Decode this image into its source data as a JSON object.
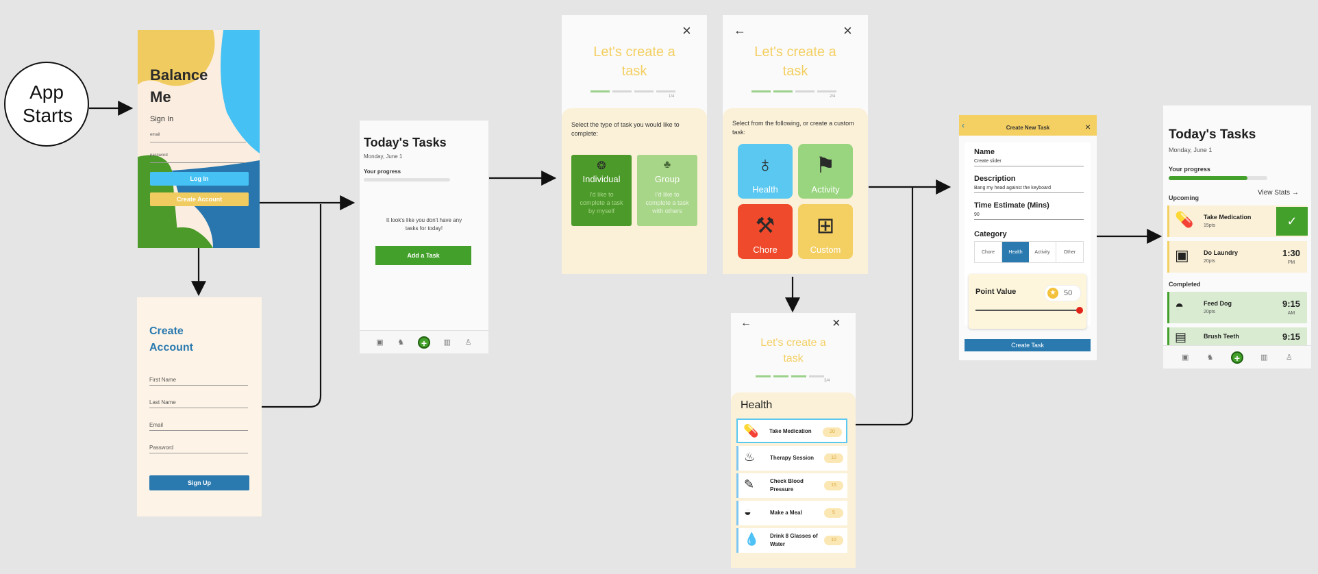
{
  "start_node": {
    "label": "App Starts"
  },
  "signin": {
    "title": "Balance Me",
    "subtitle": "Sign In",
    "email_label": "email",
    "password_label": "password",
    "login_btn": "Log In",
    "create_btn": "Create Account"
  },
  "create_account": {
    "title": "Create Account",
    "fields": [
      "First Name",
      "Last Name",
      "Email",
      "Password"
    ],
    "signup_btn": "Sign Up"
  },
  "today_empty": {
    "title": "Today's Tasks",
    "date": "Monday, June 1",
    "progress_label": "Your progress",
    "empty_msg": "It look's like you don't have any tasks for today!",
    "add_btn": "Add a Task"
  },
  "create_step1": {
    "heading": "Let's create a task",
    "step": "1/4",
    "prompt": "Select the type of task you would like to complete:",
    "options": [
      {
        "label": "Individual",
        "desc": "I'd like to complete a task by myself",
        "icon": "brain-icon",
        "color": "#4c9a2a"
      },
      {
        "label": "Group",
        "desc": "I'd like to complete a task with others",
        "icon": "people-icon",
        "color": "#a8d689"
      }
    ]
  },
  "create_step2": {
    "heading": "Let's create a task",
    "step": "2/4",
    "prompt": "Select from the following, or create a custom task:",
    "categories": [
      {
        "label": "Health",
        "color": "#5ac8f0",
        "icon": "apple-icon"
      },
      {
        "label": "Activity",
        "color": "#98d57e",
        "icon": "runner-icon"
      },
      {
        "label": "Chore",
        "color": "#ef4a2b",
        "icon": "sweeping-icon"
      },
      {
        "label": "Custom",
        "color": "#f4cf62",
        "icon": "plus-box-icon"
      }
    ]
  },
  "create_step3": {
    "heading": "Let's create a task",
    "step": "3/4",
    "category": "Health",
    "tasks": [
      {
        "label": "Take Medication",
        "points": "20",
        "icon": "pill-icon"
      },
      {
        "label": "Therapy Session",
        "points": "10",
        "icon": "couch-icon"
      },
      {
        "label": "Check Blood Pressure",
        "points": "15",
        "icon": "syringe-icon"
      },
      {
        "label": "Make a Meal",
        "points": "5",
        "icon": "bowl-icon"
      },
      {
        "label": "Drink 8 Glasses of Water",
        "points": "10",
        "icon": "water-drop-icon"
      }
    ]
  },
  "new_task_form": {
    "header": "Create New Task",
    "name_label": "Name",
    "name_value": "Create slider",
    "desc_label": "Description",
    "desc_value": "Bang my head against the keyboard",
    "time_label": "Time Estimate (Mins)",
    "time_value": "90",
    "category_label": "Category",
    "categories": [
      "Chore",
      "Health",
      "Activity",
      "Other"
    ],
    "selected_category": "Health",
    "points_label": "Point Value",
    "points_value": "50",
    "slider_fraction": 1.0,
    "submit_btn": "Create Task"
  },
  "today_full": {
    "title": "Today's Tasks",
    "date": "Monday, June 1",
    "progress_label": "Your progress",
    "progress_fraction": 0.8,
    "view_stats": "View Stats",
    "upcoming_label": "Upcoming",
    "completed_label": "Completed",
    "upcoming": [
      {
        "label": "Take Medication",
        "pts": "15pts",
        "icon": "pill-icon",
        "done_icon": "check-icon"
      },
      {
        "label": "Do Laundry",
        "pts": "20pts",
        "time": "1:30",
        "ampm": "PM",
        "icon": "washer-icon"
      }
    ],
    "completed": [
      {
        "label": "Feed Dog",
        "pts": "20pts",
        "time": "9:15",
        "ampm": "AM",
        "icon": "dog-bowl-icon"
      },
      {
        "label": "Brush Teeth",
        "pts": "",
        "time": "9:15",
        "ampm": "",
        "icon": "toothbrush-icon"
      }
    ]
  },
  "colors": {
    "background": "#e5e5e5",
    "yellow": "#f4cf62",
    "green": "#43a02b",
    "blue": "#2a7ab0",
    "light_blue": "#4fc0f0",
    "cream": "#fbf1d8"
  }
}
